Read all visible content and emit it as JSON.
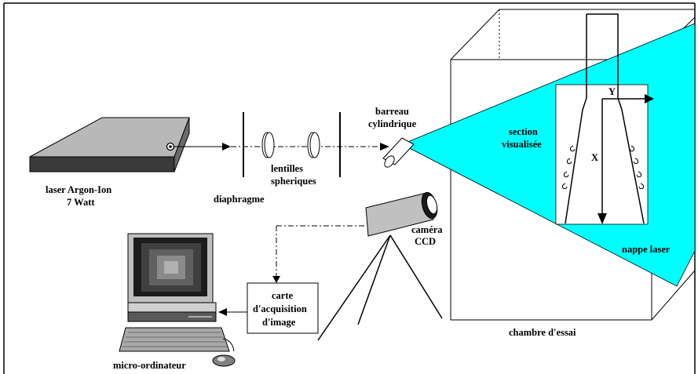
{
  "labels": {
    "laser_line1": "laser Argon-Ion",
    "laser_line2": "7 Watt",
    "diaphragme": "diaphragme",
    "lentilles_line1": "lentilles",
    "lentilles_line2": "spheriques",
    "barreau_line1": "barreau",
    "barreau_line2": "cylindrique",
    "section_line1": "section",
    "section_line2": "visualisée",
    "camera_line1": "caméra",
    "camera_line2": "CCD",
    "nappe": "nappe laser",
    "carte_line1": "carte",
    "carte_line2": "d'acquisition",
    "carte_line3": "d'image",
    "chambre": "chambre d'essai",
    "micro": "micro-ordinateur",
    "axis_x": "X",
    "axis_y": "Y"
  },
  "colors": {
    "laser_sheet": "#00ffff",
    "laser_box_top": "#b8b8b8",
    "laser_box_side": "#3a3a3a",
    "camera_body": "#c0c0c0"
  }
}
